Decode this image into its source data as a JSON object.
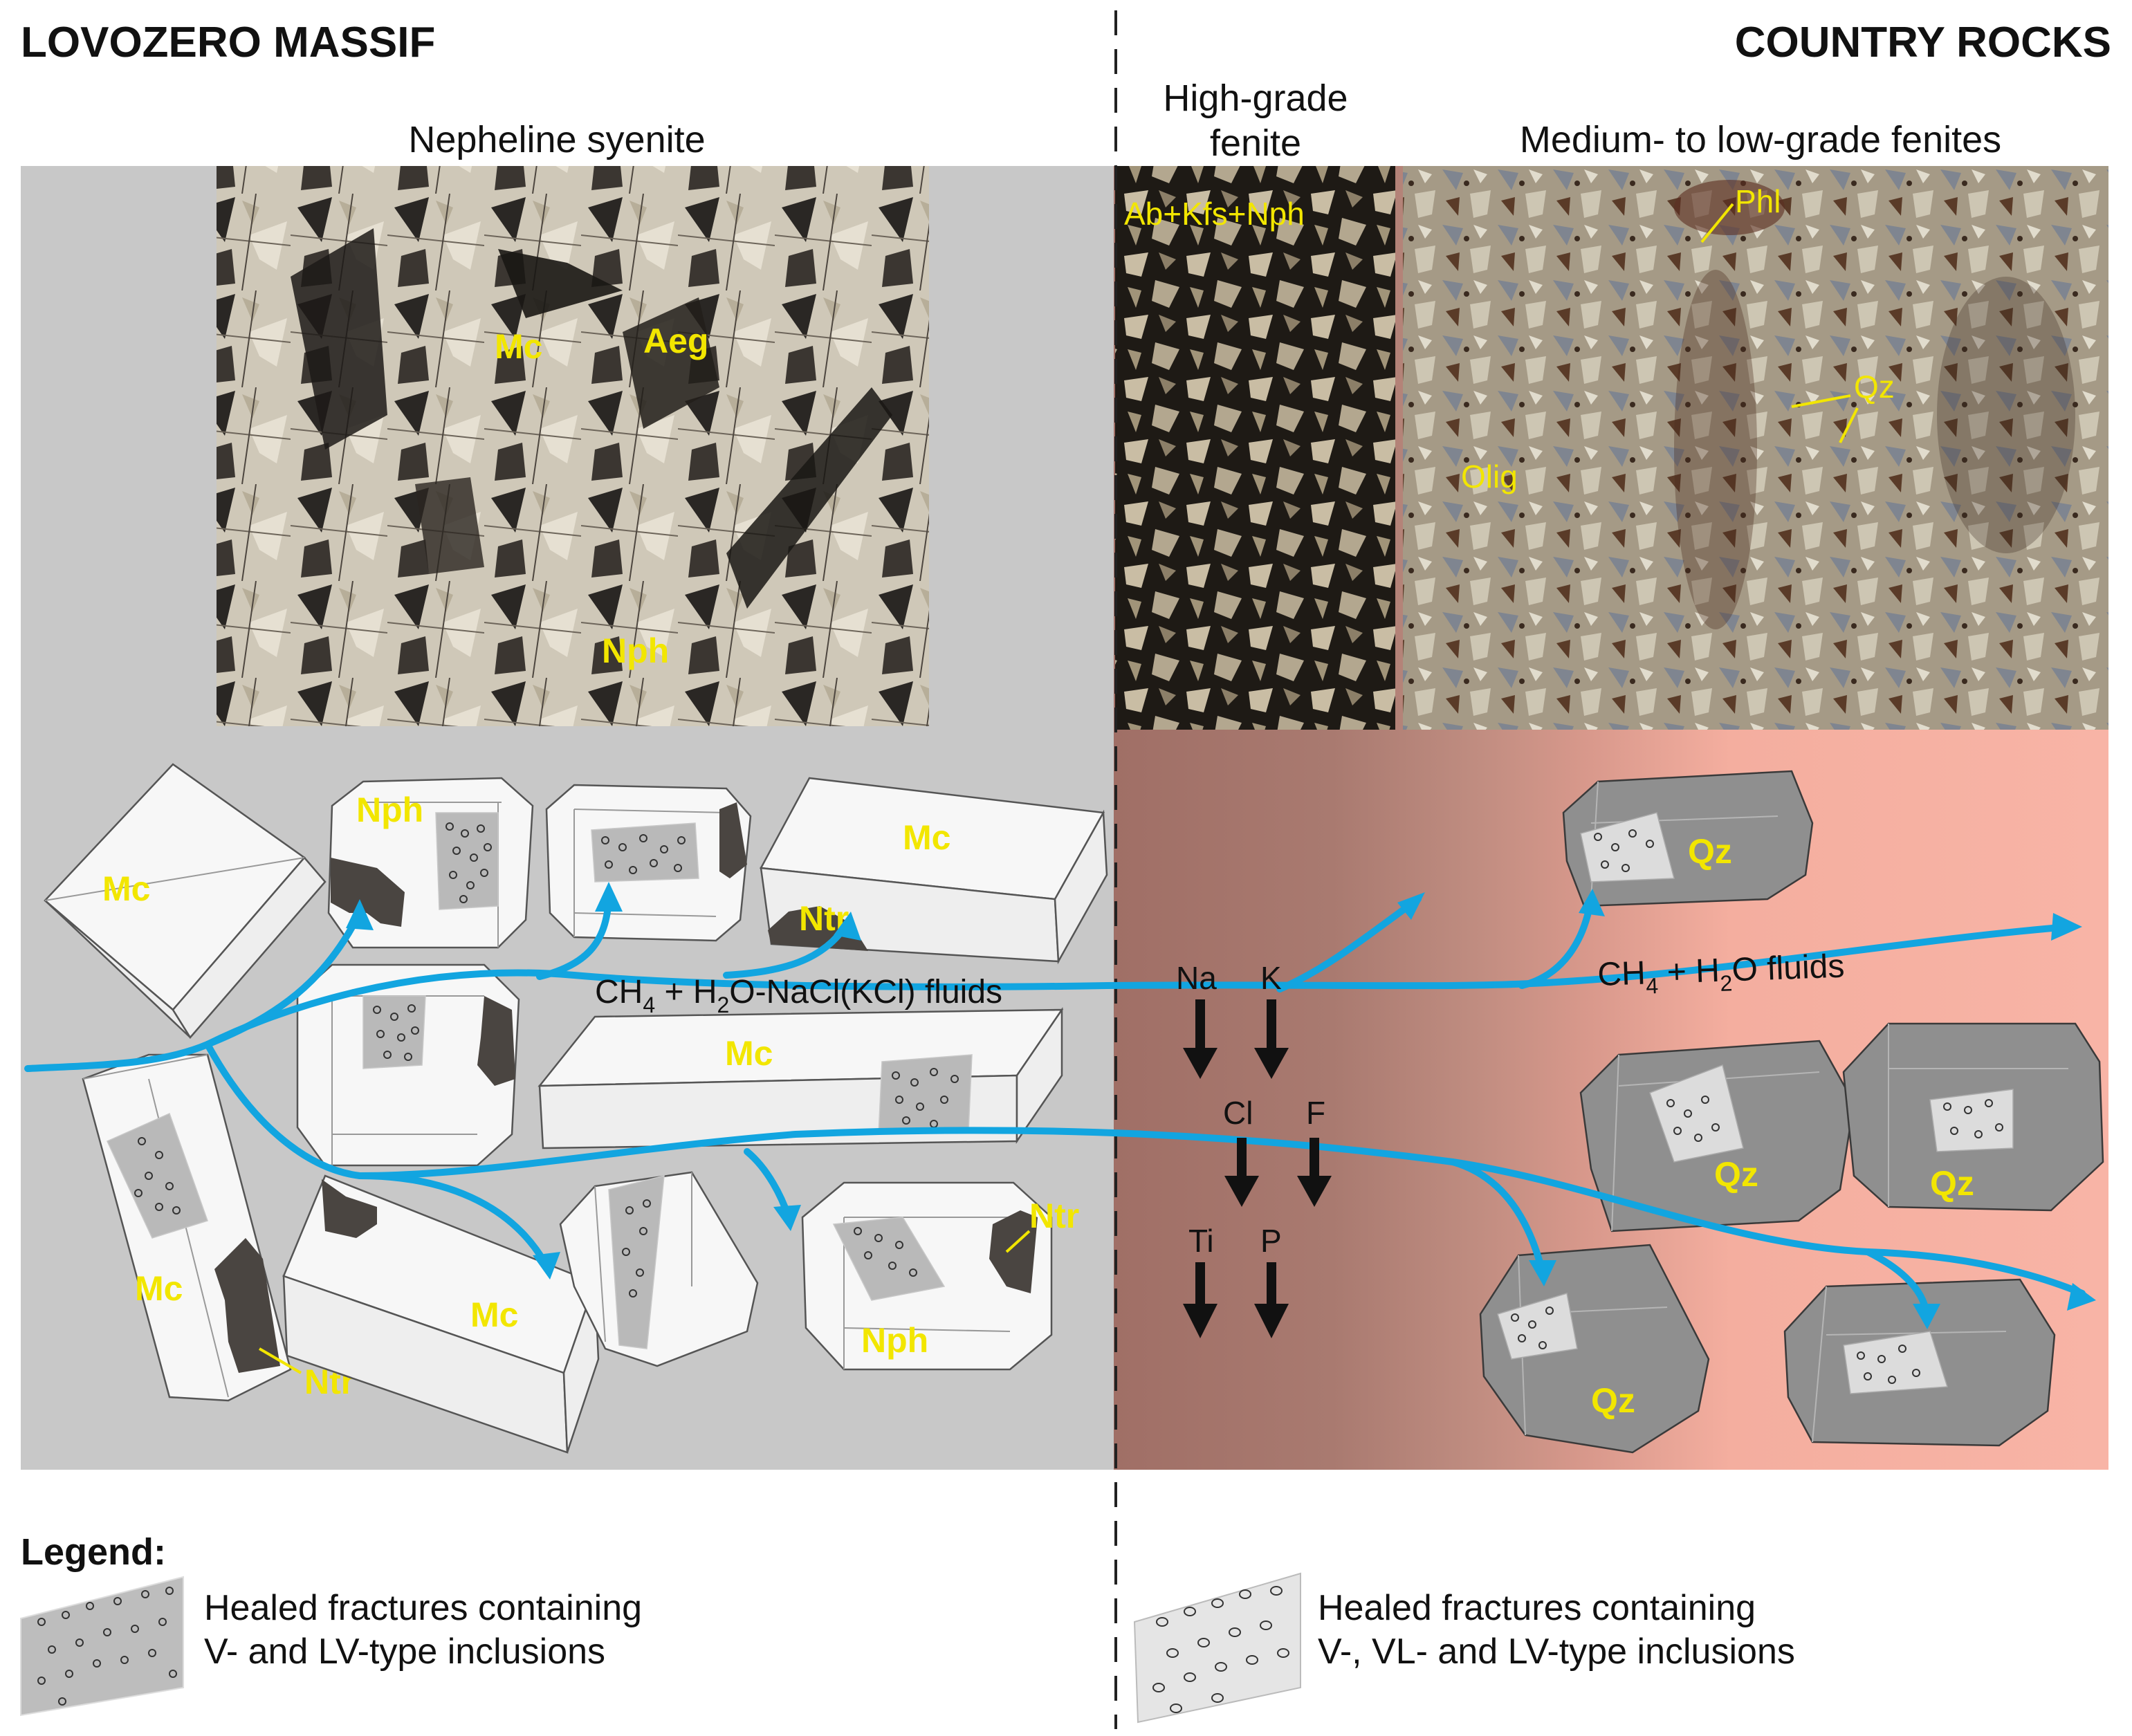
{
  "headers": {
    "left": "LOVOZERO MASSIF",
    "right": "COUNTRY ROCKS"
  },
  "zones": {
    "syenite": "Nepheline syenite",
    "high_grade_line1": "High-grade",
    "high_grade_line2": "fenite",
    "medium_low": "Medium- to low-grade fenites"
  },
  "photo_labels": {
    "mc": "Mc",
    "aeg": "Aeg",
    "nph": "Nph",
    "ab_kfs_nph": "Ab+Kfs+Nph",
    "phl": "Phl",
    "qz": "Qz",
    "olig": "Olig"
  },
  "crystal_labels": {
    "mc": "Mc",
    "nph": "Nph",
    "ntr": "Ntr",
    "qz": "Qz"
  },
  "fluids": {
    "syenite_fluid": {
      "ch": "CH",
      "sub4": "4",
      "plus_h": " + H",
      "sub2": "2",
      "rest": "O-NaCl(KCl) fluids"
    },
    "country_fluid": {
      "ch": "CH",
      "sub4": "4",
      "plus_h": " + H",
      "sub2": "2",
      "rest": "O fluids"
    }
  },
  "elements": [
    "Na",
    "K",
    "Cl",
    "F",
    "Ti",
    "P"
  ],
  "legend": {
    "title": "Legend:",
    "item1_line1": "Healed fractures containing",
    "item1_line2": "V- and LV-type inclusions",
    "item2_line1": "Healed fractures containing",
    "item2_line2": "V-, VL- and LV-type inclusions"
  },
  "colors": {
    "syenite_bg": "#c8c8c8",
    "high_grade_fenite": "#a6756b",
    "medium_low_fenite": "#f6b1a4",
    "fluid_arrow": "#12a5e0",
    "mineral_label": "#f2e600",
    "quartz_crystal": "#8f8f8f"
  }
}
